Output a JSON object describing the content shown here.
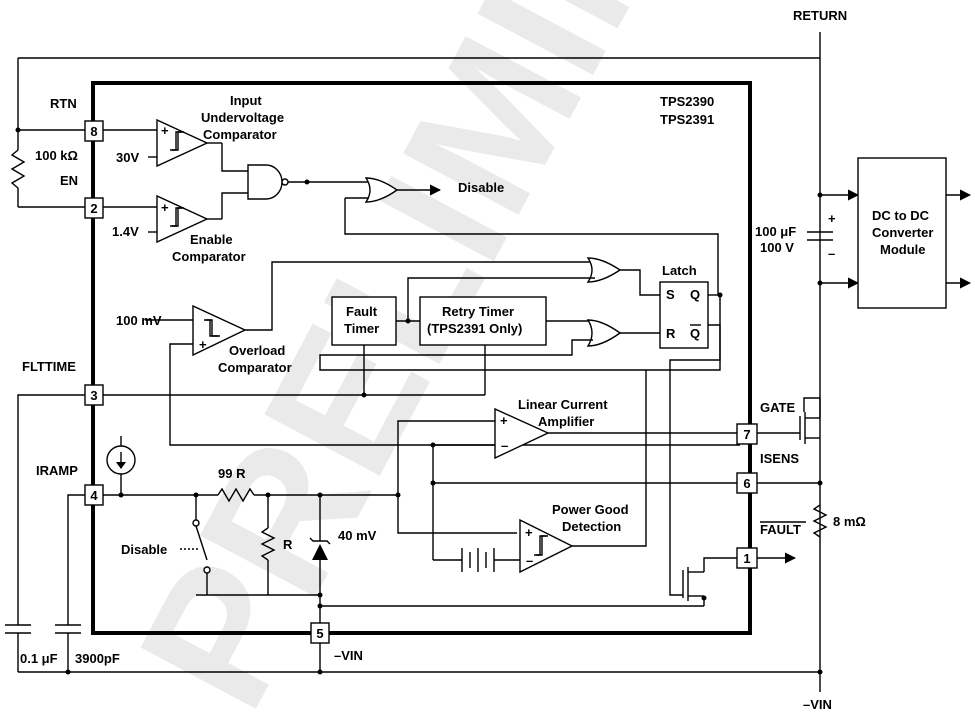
{
  "watermark": "PRELIMINARY",
  "labels": {
    "return": "RETURN",
    "rtn": "RTN",
    "en": "EN",
    "r100k": "100 kΩ",
    "v30": "30V",
    "v14": "1.4V",
    "input_uv_1": "Input",
    "input_uv_2": "Undervoltage",
    "input_uv_3": "Comparator",
    "enable_1": "Enable",
    "enable_2": "Comparator",
    "disable_out": "Disable",
    "part1": "TPS2390",
    "part2": "TPS2391",
    "mv100": "100 mV",
    "overload_1": "Overload",
    "overload_2": "Comparator",
    "fault_timer_1": "Fault",
    "fault_timer_2": "Timer",
    "retry_1": "Retry Timer",
    "retry_2": "(TPS2391 Only)",
    "latch": "Latch",
    "latch_s": "S",
    "latch_q": "Q",
    "latch_r": "R",
    "latch_qbar": "Q",
    "flttime": "FLTTIME",
    "iramp": "IRAMP",
    "lca_1": "Linear Current",
    "lca_2": "Amplifier",
    "r99": "99 R",
    "r": "R",
    "mv40": "40 mV",
    "disable_sw": "Disable",
    "pg_1": "Power Good",
    "pg_2": "Detection",
    "gate": "GATE",
    "isens": "ISENS",
    "fault": "FAULT",
    "cap_100u": "100 μF",
    "cap_100v": "100 V",
    "dc_1": "DC to DC",
    "dc_2": "Converter",
    "dc_3": "Module",
    "r8m": "8 mΩ",
    "c01u": "0.1 μF",
    "c3900p": "3900pF",
    "neg_vin_pin": "–VIN",
    "neg_vin_rail": "–VIN",
    "plus": "+",
    "minus": "–"
  },
  "pins": {
    "p8": "8",
    "p2": "2",
    "p3": "3",
    "p4": "4",
    "p5": "5",
    "p7": "7",
    "p6": "6",
    "p1": "1"
  }
}
